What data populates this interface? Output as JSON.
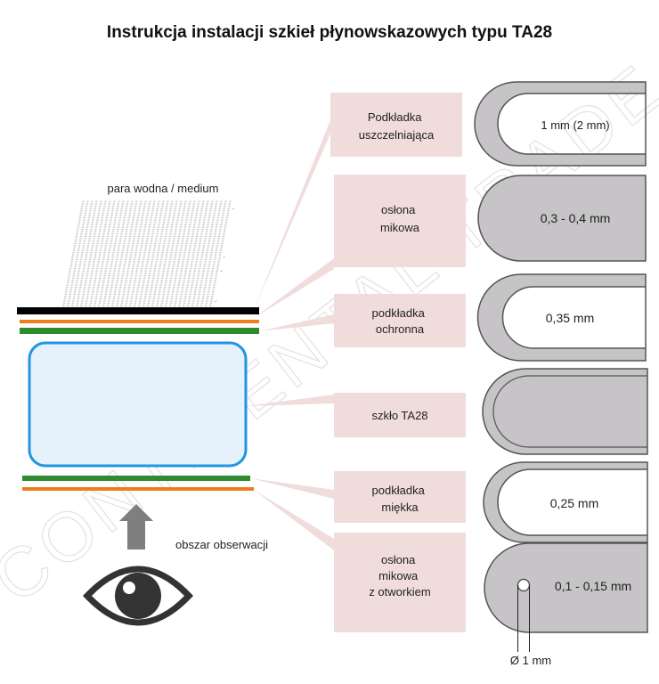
{
  "title": "Instrukcja instalacji szkieł płynowskazowych typu TA28",
  "watermark": "CONTINENTAL TRADE",
  "medium_label": "para wodna / medium",
  "observation_label": "obszar obserwacji",
  "colors": {
    "callout": "#f1dcdc",
    "gasket_fill": "#c6c4c6",
    "gasket_stroke": "#555555",
    "glass_fill": "#e6f2fb",
    "glass_stroke": "#2196e0",
    "black_layer": "#000000",
    "orange_layer": "#f07d1c",
    "green_layer": "#2e8b2e",
    "arrow": "#7f7f7f",
    "eye": "#333333"
  },
  "layers": [
    {
      "id": "gasket",
      "label_lines": [
        "Podkładka",
        "uszczelniająca"
      ],
      "thickness": "1 mm (2 mm)"
    },
    {
      "id": "mica",
      "label_lines": [
        "osłona",
        "mikowa"
      ],
      "thickness": "0,3 - 0,4 mm"
    },
    {
      "id": "protective",
      "label_lines": [
        "podkładka",
        "ochronna"
      ],
      "thickness": "0,35 mm"
    },
    {
      "id": "glass",
      "label_lines": [
        "szkło TA28"
      ],
      "thickness": ""
    },
    {
      "id": "soft",
      "label_lines": [
        "podkładka",
        "miękka"
      ],
      "thickness": "0,25 mm"
    },
    {
      "id": "mica-hole",
      "label_lines": [
        "osłona",
        "mikowa",
        "z otworkiem"
      ],
      "thickness": "0,1 - 0,15 mm"
    }
  ],
  "hole_label": "Ø 1 mm"
}
